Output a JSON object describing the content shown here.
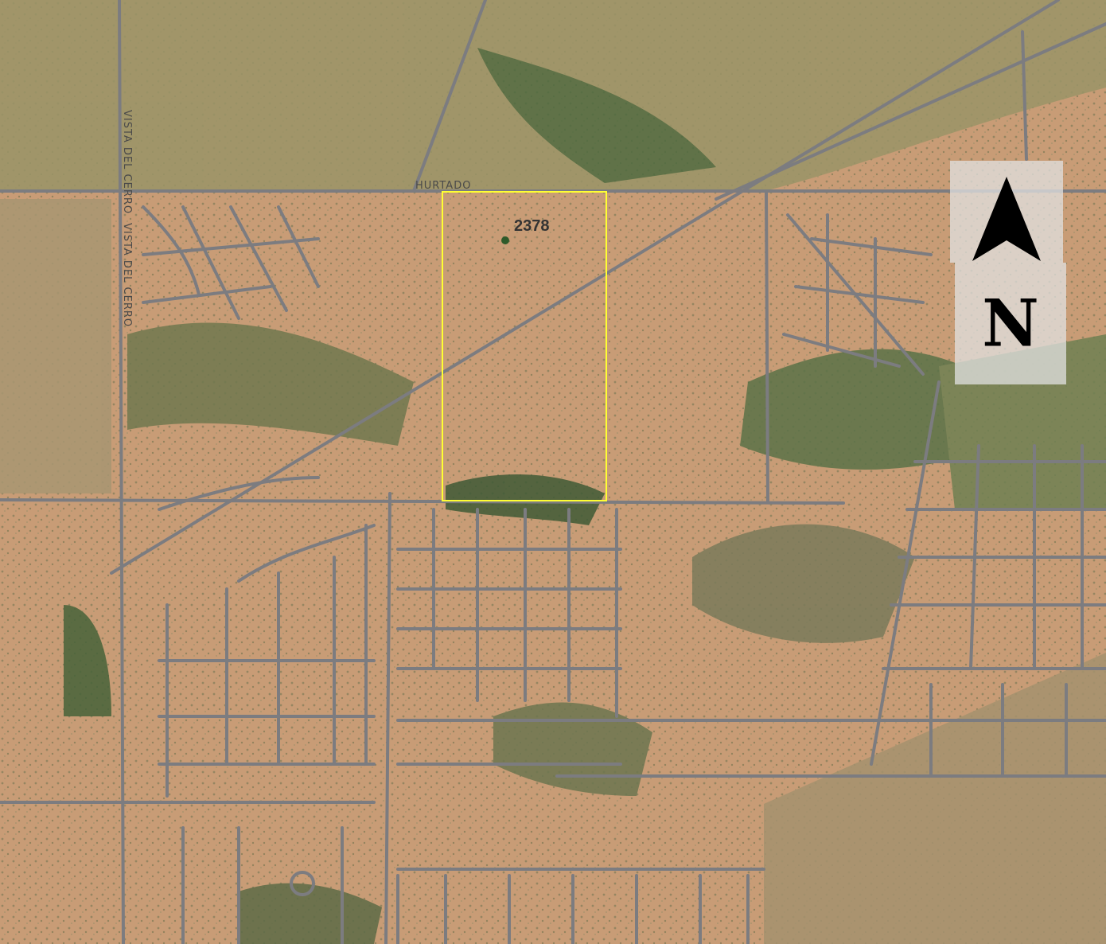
{
  "map": {
    "road_labels": {
      "hurtado": "HURTADO",
      "vista_west": "VISTA DEL CERRO",
      "vista_east": "VISTA DEL CERRO"
    },
    "parcel": {
      "id": "2378",
      "outline_color": "#ffff33"
    },
    "north_arrow": {
      "icon": "north-arrow-icon",
      "letter": "N"
    },
    "colors": {
      "terrain": "#c79a74",
      "vegetation": "#5f6e4b",
      "dense_vegetation": "#3f5a38",
      "road": "#7c7c80"
    }
  }
}
